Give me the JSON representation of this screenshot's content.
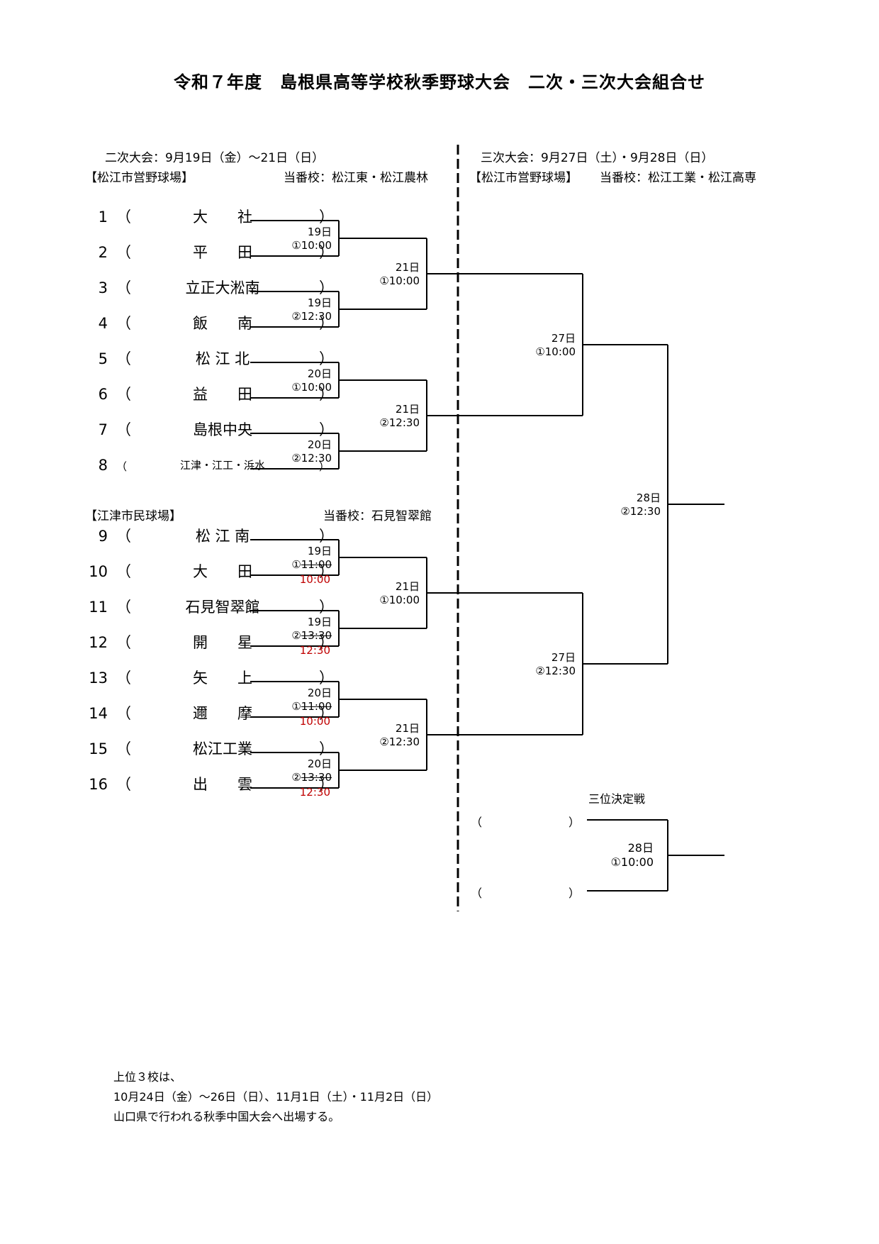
{
  "title": "令和７年度　島根県高等学校秋季野球大会　二次・三次大会組合せ",
  "second_round": {
    "dates": "二次大会：9月19日（金）～21日（日）",
    "venue_a": "【松江市営野球場】",
    "duty_a": "当番校：松江東・松江農林",
    "venue_b": "【江津市民球場】",
    "duty_b": "当番校：石見智翠館"
  },
  "third_round": {
    "dates": "三次大会：9月27日（土）・9月28日（日）",
    "venue": "【松江市営野球場】",
    "duty": "当番校：松江工業・松江高専"
  },
  "teams": [
    {
      "num": "1",
      "name": "大　　社"
    },
    {
      "num": "2",
      "name": "平　　田"
    },
    {
      "num": "3",
      "name": "立正大淞南"
    },
    {
      "num": "4",
      "name": "飯　　南"
    },
    {
      "num": "5",
      "name": "松 江 北"
    },
    {
      "num": "6",
      "name": "益　　田"
    },
    {
      "num": "7",
      "name": "島根中央"
    },
    {
      "num": "8",
      "name": "江津・江工・浜水"
    },
    {
      "num": "9",
      "name": "松 江 南"
    },
    {
      "num": "10",
      "name": "大　　田"
    },
    {
      "num": "11",
      "name": "石見智翠館"
    },
    {
      "num": "12",
      "name": "開　　星"
    },
    {
      "num": "13",
      "name": "矢　　上"
    },
    {
      "num": "14",
      "name": "邇　　摩"
    },
    {
      "num": "15",
      "name": "松江工業"
    },
    {
      "num": "16",
      "name": "出　　雲"
    }
  ],
  "paren_open": "（",
  "paren_close": "）",
  "round1": [
    {
      "day": "19日",
      "slot": "①",
      "time": "10:00",
      "changed": ""
    },
    {
      "day": "19日",
      "slot": "②",
      "time": "12:30",
      "changed": ""
    },
    {
      "day": "20日",
      "slot": "①",
      "time": "10:00",
      "changed": ""
    },
    {
      "day": "20日",
      "slot": "②",
      "time": "12:30",
      "changed": ""
    },
    {
      "day": "19日",
      "slot": "①",
      "time": "11:00",
      "changed": "10:00"
    },
    {
      "day": "19日",
      "slot": "②",
      "time": "13:30",
      "changed": "12:30"
    },
    {
      "day": "20日",
      "slot": "①",
      "time": "11:00",
      "changed": "10:00"
    },
    {
      "day": "20日",
      "slot": "②",
      "time": "13:30",
      "changed": "12:30"
    }
  ],
  "round2": [
    {
      "day": "21日",
      "time": "①10:00"
    },
    {
      "day": "21日",
      "time": "②12:30"
    },
    {
      "day": "21日",
      "time": "①10:00"
    },
    {
      "day": "21日",
      "time": "②12:30"
    }
  ],
  "round3": [
    {
      "day": "27日",
      "time": "①10:00"
    },
    {
      "day": "27日",
      "time": "②12:30"
    }
  ],
  "final": {
    "day": "28日",
    "time": "②12:30"
  },
  "third_place": {
    "label": "三位決定戦",
    "day": "28日",
    "time": "①10:00",
    "slot_open": "（",
    "slot_close": "）"
  },
  "note": {
    "line1": "上位３校は、",
    "line2": "10月24日（金）～26日（日）、11月1日（土）・11月2日（日）",
    "line3": "山口県で行われる秋季中国大会へ出場する。"
  }
}
